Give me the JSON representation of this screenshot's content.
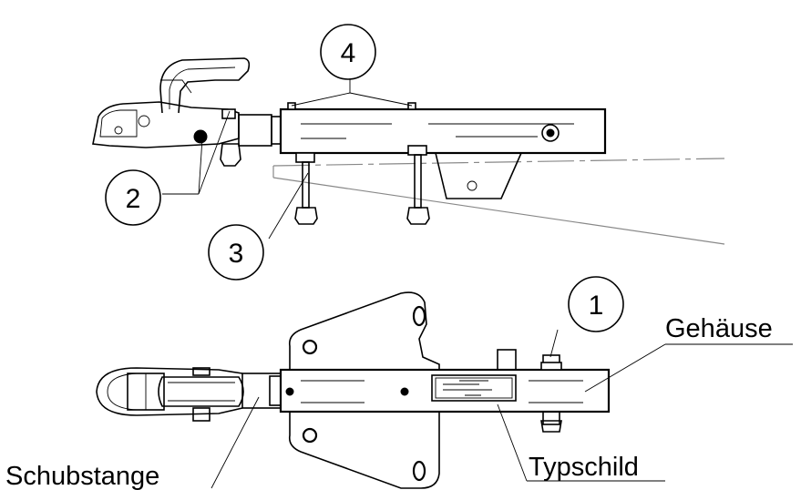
{
  "callouts": [
    {
      "id": "1",
      "label": "1"
    },
    {
      "id": "2",
      "label": "2"
    },
    {
      "id": "3",
      "label": "3"
    },
    {
      "id": "4",
      "label": "4"
    }
  ],
  "labels": {
    "gehaeuse": "Gehäuse",
    "typschild": "Typschild",
    "schubstange": "Schubstange"
  }
}
